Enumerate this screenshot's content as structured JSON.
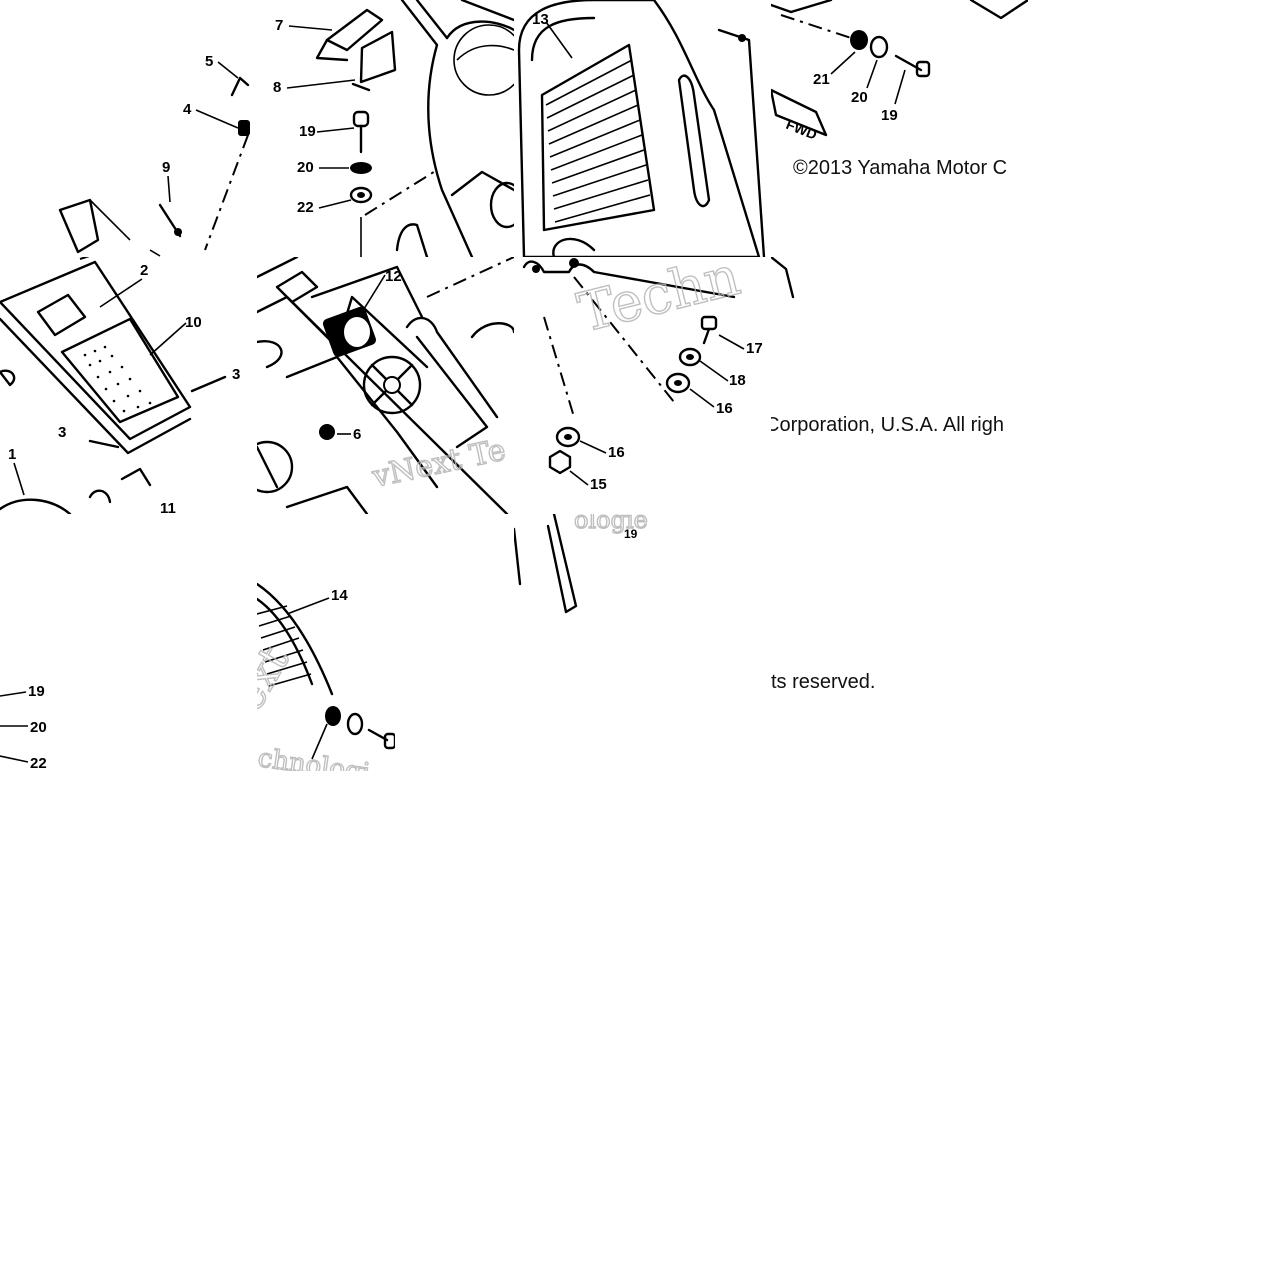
{
  "diagram": {
    "tiles": {
      "t00": {
        "labels": [
          "7",
          "8",
          "19",
          "20",
          "22",
          "5",
          "4",
          "9"
        ]
      },
      "t01": {
        "labels": [
          "13",
          "21",
          "20",
          "19"
        ],
        "fwd_tag": "FWD",
        "copyright_a": "©2013 Yamaha Motor C"
      },
      "t10": {
        "labels": [
          "2",
          "10",
          "3",
          "3",
          "1",
          "11"
        ]
      },
      "t11": {
        "labels": [
          "12",
          "6"
        ],
        "watermark": "vNext Te"
      },
      "t12": {
        "labels": [
          "17",
          "18",
          "16",
          "16",
          "15"
        ],
        "watermark": "Techn",
        "copyright_b": "Corporation, U.S.A. All righ"
      },
      "t20": {
        "labels": [
          "19",
          "20",
          "22"
        ]
      },
      "t21": {
        "labels": [
          "14"
        ],
        "watermark_a": "ext",
        "watermark_b": "chnologi"
      },
      "t22": {
        "watermark": "ologie",
        "labels": [
          "19"
        ],
        "copyright_c": "ts reserved."
      }
    }
  }
}
